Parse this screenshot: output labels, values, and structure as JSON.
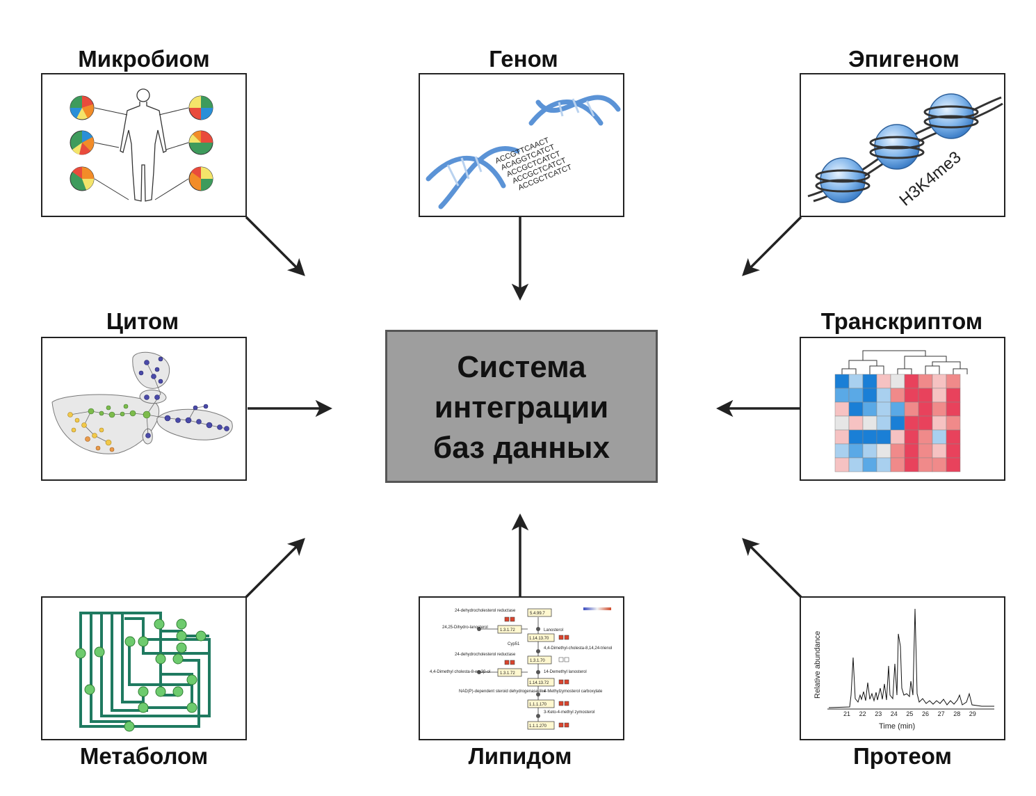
{
  "center": {
    "title": "Система\nинтеграции\nбаз данных"
  },
  "modules": {
    "microbiome": {
      "label": "Микробиом"
    },
    "genome": {
      "label": "Геном",
      "sequences": [
        "ACCGTTCAACT",
        "ACAGGTCATCT",
        "ACCGCTCATCT",
        "ACCGCTCATCT",
        "ACCGCTCATCT"
      ]
    },
    "epigenome": {
      "label": "Эпигеном",
      "mark": "H3K4me3"
    },
    "cytome": {
      "label": "Цитом"
    },
    "transcriptome": {
      "label": "Транскриптом"
    },
    "metabolome": {
      "label": "Метаболом"
    },
    "lipidome": {
      "label": "Липидом",
      "enzymes": [
        "5.4.99.7",
        "1.3.1.72",
        "1.14.13.70",
        "1.3.1.70",
        "1.3.1.72",
        "1.14.13.72",
        "1.1.1.170",
        "1.1.1.270"
      ],
      "compounds": [
        "24-dehydrocholesterol reductase",
        "24,25-Dihydro-lanosterol",
        "Lanosterol",
        "Cyp51",
        "4,4-Dimethyl-cholesta-8,14,24-trienol",
        "24-dehydrocholesterol reductase",
        "4,4-Dimethyl cholesta-8-en-3β-ol",
        "14-Demethyl lanosterol",
        "NAD(P)-dependent steroid dehydrogenase-like",
        "4-Methylzymosterol carboxylate",
        "3-Keto-4-methyl zymosterol"
      ]
    },
    "proteome": {
      "label": "Протеом",
      "xlabel": "Time (min)",
      "ylabel": "Relative abundance",
      "ticks": [
        "21",
        "22",
        "23",
        "24",
        "25",
        "26",
        "27",
        "28",
        "29"
      ]
    }
  }
}
